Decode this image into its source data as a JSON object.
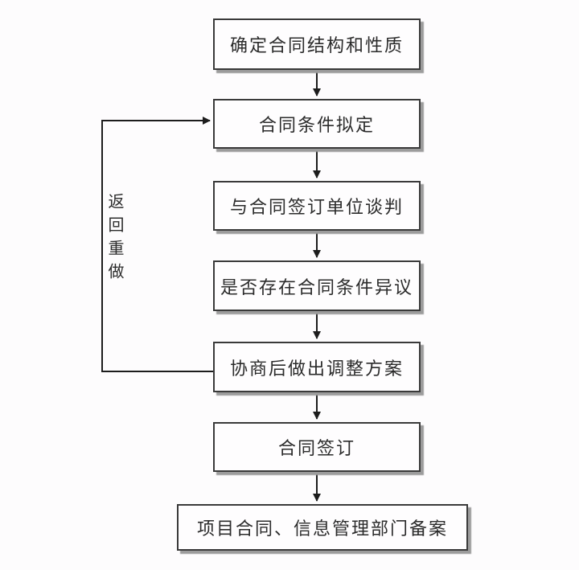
{
  "diagram": {
    "type": "flowchart",
    "boxes": [
      {
        "id": "determine-structure",
        "label": "确定合同结构和性质"
      },
      {
        "id": "draft-conditions",
        "label": "合同条件拟定"
      },
      {
        "id": "negotiate-with-signing-unit",
        "label": "与合同签订单位谈判"
      },
      {
        "id": "condition-objection-check",
        "label": "是否存在合同条件异议"
      },
      {
        "id": "adjustment-plan",
        "label": "协商后做出调整方案"
      },
      {
        "id": "contract-signing",
        "label": "合同签订"
      },
      {
        "id": "department-filing",
        "label": "项目合同、信息管理部门备案"
      }
    ],
    "loop_label": "返回重做",
    "edges": [
      {
        "from": "确定合同结构和性质",
        "to": "合同条件拟定"
      },
      {
        "from": "合同条件拟定",
        "to": "与合同签订单位谈判"
      },
      {
        "from": "与合同签订单位谈判",
        "to": "是否存在合同条件异议"
      },
      {
        "from": "是否存在合同条件异议",
        "to": "协商后做出调整方案"
      },
      {
        "from": "协商后做出调整方案",
        "to": "合同签订"
      },
      {
        "from": "合同签订",
        "to": "项目合同、信息管理部门备案"
      },
      {
        "from": "协商后做出调整方案",
        "to": "合同条件拟定",
        "label": "返回重做"
      }
    ],
    "colors": {
      "background": "#fdfcfd",
      "box_fill": "#fefdfe",
      "box_border": "#3a3a3a",
      "box_shadow": "#9c9c9c",
      "line": "#1c1c1c",
      "text": "#2b2b2b"
    }
  }
}
